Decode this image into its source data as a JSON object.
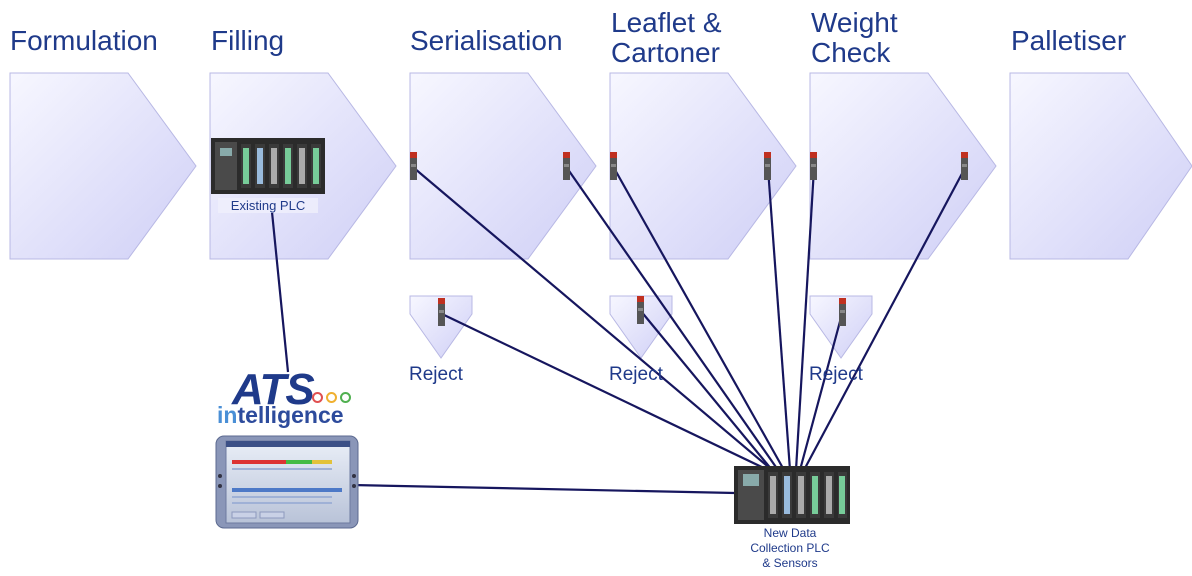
{
  "stages": [
    {
      "title": "Formulation"
    },
    {
      "title": "Filling"
    },
    {
      "title": "Serialisation"
    },
    {
      "title": "Leaflet &\nCartoner"
    },
    {
      "title": "Weight\nCheck"
    },
    {
      "title": "Palletiser"
    }
  ],
  "rejects": [
    {
      "label": "Reject"
    },
    {
      "label": "Reject"
    },
    {
      "label": "Reject"
    }
  ],
  "existing_plc": {
    "caption": "Existing PLC"
  },
  "new_plc": {
    "caption_line1": "New Data",
    "caption_line2": "Collection PLC",
    "caption_line3": "& Sensors"
  },
  "logo": {
    "brand": "ATS",
    "sub_prefix": "in",
    "sub_rest": "telligence",
    "dot_colors": [
      "#e05050",
      "#f0b030",
      "#50b050"
    ]
  },
  "colors": {
    "title": "#1f3a8a",
    "link": "#15155e",
    "block_light": "#f6f6ff",
    "block_dark": "#d2d2f7"
  }
}
